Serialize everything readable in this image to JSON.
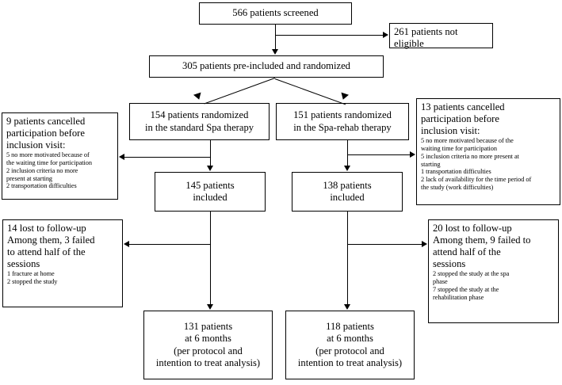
{
  "diagram": {
    "title": "CONSORT patient flow diagram",
    "type": "flowchart",
    "nodes": {
      "screened": {
        "text": "566 patients screened"
      },
      "not_eligible": {
        "text": "261 patients not\neligible"
      },
      "randomized": {
        "text": "305 patients pre-included and randomized"
      },
      "arm_standard": {
        "text": "154 patients randomized\nin the standard Spa therapy"
      },
      "arm_rehab": {
        "text": "151 patients randomized\nin the Spa-rehab therapy"
      },
      "cancelled_left": {
        "heading": "9 patients cancelled\nparticipation before\ninclusion visit:",
        "details": "5 no more motivated because of\nthe waiting time for participation\n2 inclusion criteria no more\npresent at starting\n2 transportation difficulties"
      },
      "cancelled_right": {
        "heading": "13 patients cancelled\nparticipation before\ninclusion visit:",
        "details": "5 no more motivated because of the\nwaiting time for participation\n5 inclusion criteria no more present at\nstarting\n1 transportation difficulties\n2 lack of availability for the time period of\nthe study (work difficulties)"
      },
      "included_left": {
        "text": "145 patients\nincluded"
      },
      "included_right": {
        "text": "138 patients\nincluded"
      },
      "lost_left": {
        "heading": "14 lost to follow-up\nAmong them, 3 failed\nto attend half of the\nsessions",
        "details": "1 fracture at home\n2 stopped the study"
      },
      "lost_right": {
        "heading": "20 lost to follow-up\nAmong them, 9 failed to\nattend half of the\nsessions",
        "details": "2 stopped the study at the spa\nphase\n7 stopped the study at the\nrehabilitation phase"
      },
      "outcome_left": {
        "text": "131 patients\nat 6 months\n(per protocol and\nintention to treat analysis)"
      },
      "outcome_right": {
        "text": "118 patients\nat 6 months\n(per protocol and\nintention to treat analysis)"
      }
    },
    "colors": {
      "stroke": "#000000",
      "fill": "#ffffff",
      "text": "#000000"
    }
  }
}
